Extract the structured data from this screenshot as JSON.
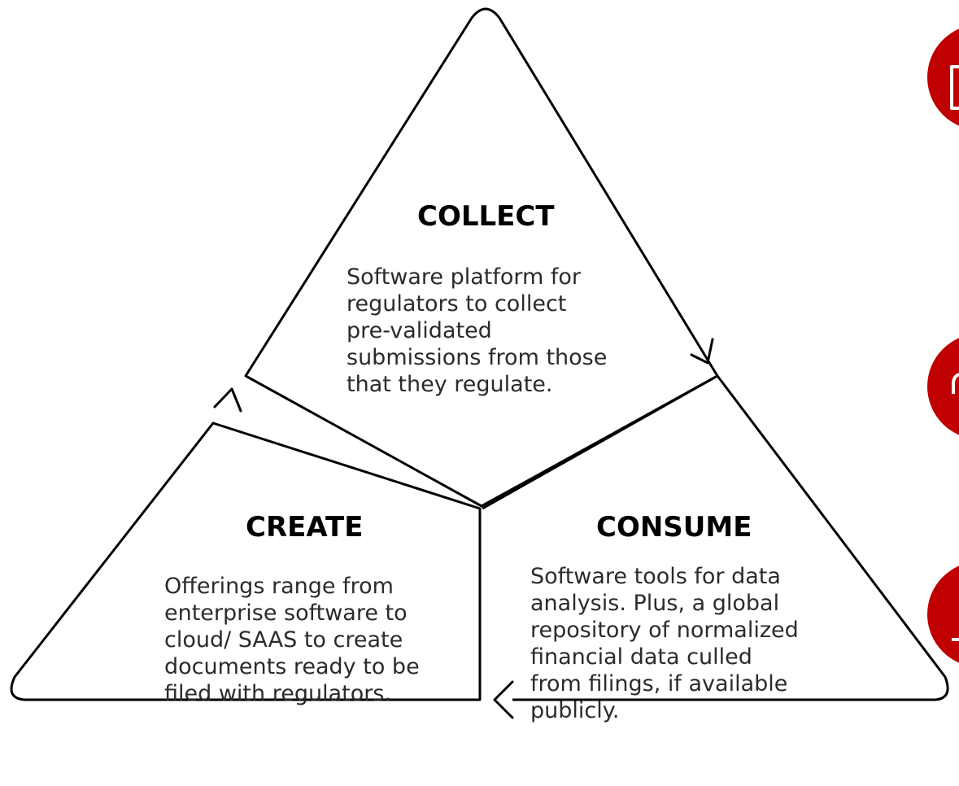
{
  "segments": {
    "collect": {
      "title": "COLLECT",
      "lines": [
        "Software platform for",
        "regulators to collect",
        "pre-validated",
        "submissions from those",
        "that they regulate."
      ]
    },
    "create": {
      "title": "CREATE",
      "lines": [
        "Offerings range from",
        "enterprise software to",
        "cloud/ SAAS to create",
        "documents ready to be",
        "filed with regulators."
      ]
    },
    "consume": {
      "title": "CONSUME",
      "lines": [
        "Software tools for data",
        "analysis. Plus, a global",
        "repository of normalized",
        "financial data culled",
        "from filings, if available",
        "publicly."
      ]
    }
  },
  "side_badges": [
    {
      "icon": "document-icon",
      "color": "#c00000"
    },
    {
      "icon": "chart-icon",
      "color": "#c00000"
    },
    {
      "icon": "tools-icon",
      "color": "#c00000"
    }
  ],
  "colors": {
    "outline": "#000000",
    "badge": "#c00000",
    "background": "#ffffff"
  }
}
